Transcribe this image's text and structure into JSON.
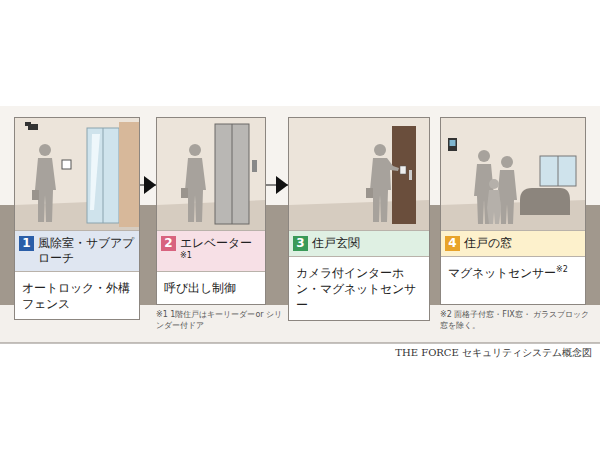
{
  "diagram": {
    "caption": "THE FORCE セキュリティシステム概念図",
    "nodes": [
      {
        "text": [
          "1",
          "風除室・サブアプローチ",
          "オートロック・外構フェンス"
        ]
      },
      {
        "text": [
          "2",
          "エレベーター",
          "※1",
          "呼び出し制御"
        ]
      },
      {
        "text": [
          "3",
          "住戸玄関",
          "カメラ付インターホン・マグネットセンサー"
        ]
      },
      {
        "text": [
          "4",
          "住戸の窓",
          "マグネットセンサー",
          "※2"
        ]
      }
    ],
    "edges": [
      {
        "from": 0,
        "to": 1,
        "arrow": "to"
      },
      {
        "from": 1,
        "to": 2,
        "arrow": "to"
      }
    ],
    "labels": [
      "※1 1階住戸はキーリーダーor シリンダー付ドア",
      "※2 面格子付窓・FIX窓・ ガラスブロック窓を除く。"
    ]
  }
}
